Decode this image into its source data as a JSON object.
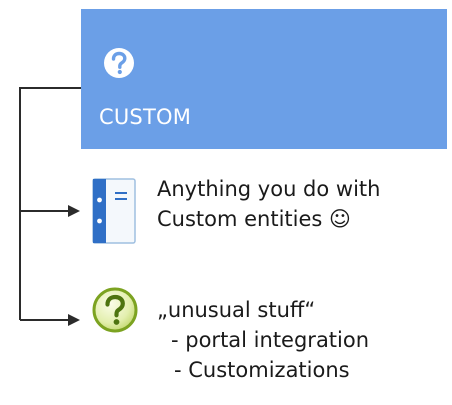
{
  "tile": {
    "label": "CUSTOM",
    "icon": "question-circle-icon",
    "color": "#6b9fe7"
  },
  "items": [
    {
      "icon": "notebook-icon",
      "lines": [
        "Anything you do with",
        "Custom entities ☺"
      ]
    },
    {
      "icon": "question-circle-icon",
      "lines": [
        "„unusual stuff“",
        "- portal integration",
        "- Customizations"
      ]
    }
  ]
}
